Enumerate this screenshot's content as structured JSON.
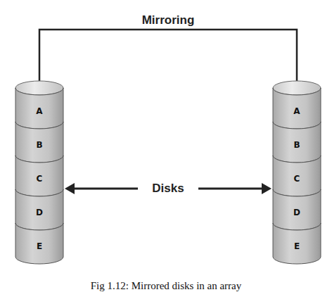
{
  "diagram": {
    "caption": "Fig 1.12: Mirrored disks in an array",
    "nodes": [
      {
        "text": [
          "A"
        ]
      },
      {
        "text": [
          "B"
        ]
      },
      {
        "text": [
          "C"
        ]
      },
      {
        "text": [
          "D"
        ]
      },
      {
        "text": [
          "E"
        ]
      },
      {
        "text": [
          "A"
        ]
      },
      {
        "text": [
          "B"
        ]
      },
      {
        "text": [
          "C"
        ]
      },
      {
        "text": [
          "D"
        ]
      },
      {
        "text": [
          "E"
        ]
      }
    ],
    "edges": [
      {
        "from": 0,
        "to": 5,
        "label": "Mirroring",
        "arrow": "none"
      }
    ],
    "labels": [
      "Disks"
    ]
  }
}
